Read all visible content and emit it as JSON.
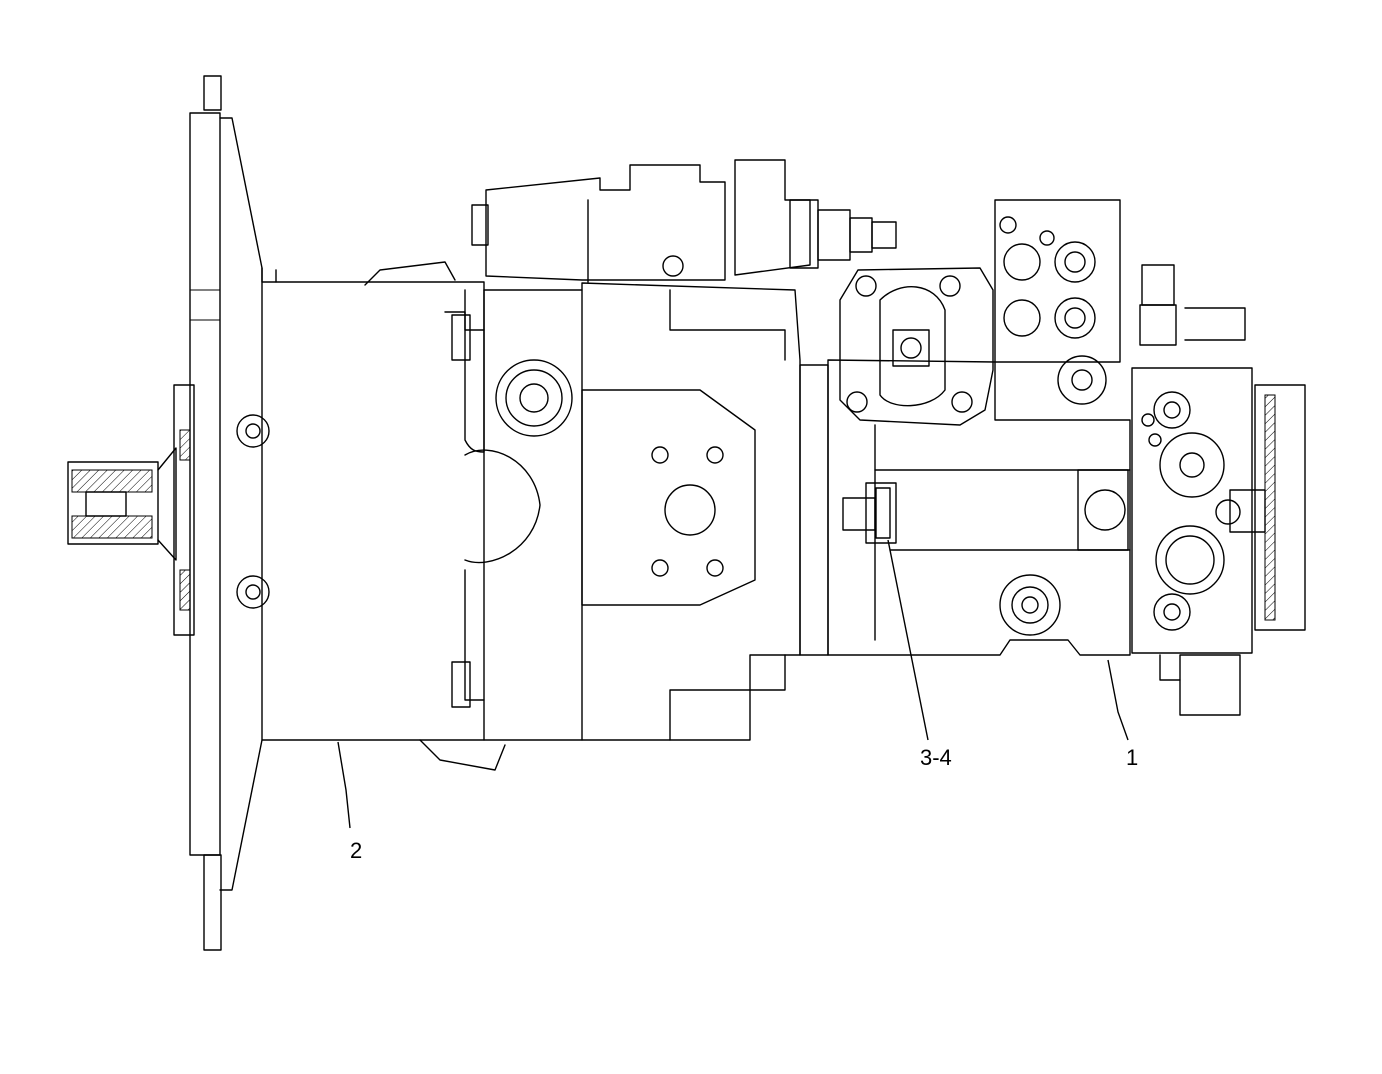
{
  "callouts": [
    {
      "id": "c1",
      "label": "1"
    },
    {
      "id": "c2",
      "label": "2"
    },
    {
      "id": "c34",
      "label": "3-4"
    }
  ]
}
